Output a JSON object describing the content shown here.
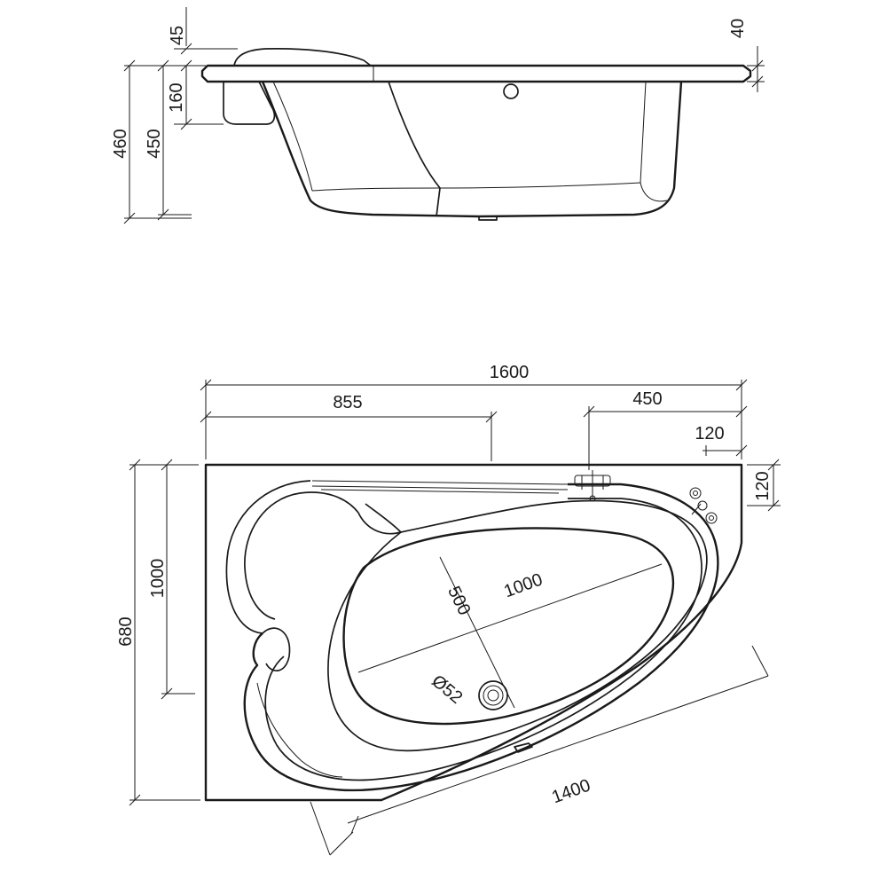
{
  "side_view": {
    "dims": {
      "rim_height": "45",
      "rim_thickness": "40",
      "headrest_depth": "160",
      "total_height": "460",
      "body_height": "450"
    }
  },
  "top_view": {
    "dims": {
      "length": "1600",
      "left_section": "855",
      "right_section": "450",
      "corner_x": "120",
      "corner_y": "120",
      "inner_width": "1000",
      "total_width": "680",
      "basin_length": "1000",
      "basin_width": "500",
      "drain": "Ø52",
      "diagonal": "1400"
    }
  },
  "colors": {
    "line": "#1a1a1a",
    "background": "#ffffff"
  }
}
